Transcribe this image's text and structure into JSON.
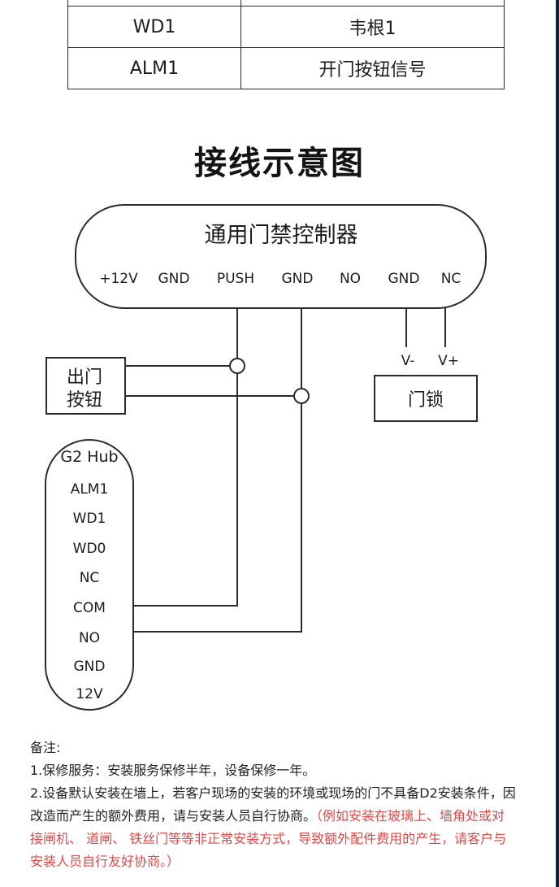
{
  "table": {
    "rows": [
      {
        "signal": "WD1",
        "function": "韦根1"
      },
      {
        "signal": "ALM1",
        "function": "开门按钮信号"
      }
    ]
  },
  "heading": "接线示意图",
  "controller": {
    "title": "通用门禁控制器",
    "terminals": [
      "+12V",
      "GND",
      "PUSH",
      "GND",
      "NO",
      "GND",
      "NC"
    ]
  },
  "exit_button": {
    "line1": "出门",
    "line2": "按钮"
  },
  "lock": {
    "label": "门锁",
    "pin_minus": "V-",
    "pin_plus": "V+"
  },
  "hub": {
    "title": "G2 Hub",
    "pins": [
      "ALM1",
      "WD1",
      "WD0",
      "NC",
      "COM",
      "NO",
      "GND",
      "12V"
    ]
  },
  "notes": {
    "label": "备注:",
    "item1": "1.保修服务：安装服务保修半年，设备保修一年。",
    "item2_line1": "2.设备默认安装在墙上，若客户现场的安装的环境或现场的门不具备D2安装条件，因",
    "item2_line2_black": "改造而产生的额外费用，请与安装人员自行协商。",
    "item2_line2_red": "（例如安装在玻璃上、墙角处或对",
    "item2_line3_red": "接闸机、 道闸、 铁丝门等等非正常安装方式，导致额外配件费用的产生，请客户与",
    "item2_line4_red": "安装人员自行友好协商。）"
  },
  "colors": {
    "line": "#2b2b2b",
    "note_red": "#e04848",
    "frame": "#1a2130"
  }
}
